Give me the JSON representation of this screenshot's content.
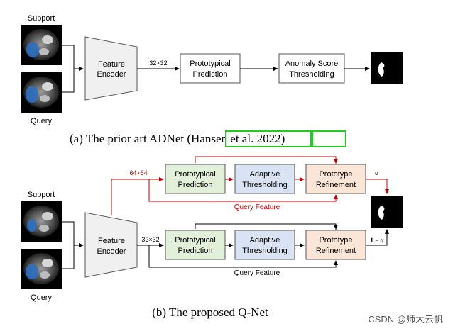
{
  "panel_a": {
    "support_label": "Support",
    "query_label": "Query",
    "encoder": [
      "Feature",
      "Encoder"
    ],
    "size_label": "32×32",
    "proto": [
      "Prototypical",
      "Prediction"
    ],
    "anomaly": [
      "Anomaly Score",
      "Thresholding"
    ],
    "caption_prefix": "(a) The prior art ADNet (",
    "caption_authors": "Hansen et al.",
    "caption_year": "2022",
    "caption_suffix": ")"
  },
  "panel_b": {
    "support_label": "Support",
    "query_label": "Query",
    "encoder": [
      "Feature",
      "Encoder"
    ],
    "top_size_label": "64×64",
    "bottom_size_label": "32×32",
    "proto": [
      "Prototypical",
      "Prediction"
    ],
    "adaptive": [
      "Adaptive",
      "Thresholding"
    ],
    "refine": [
      "Prototype",
      "Refinement"
    ],
    "query_feature": "Query Feature",
    "alpha": "α",
    "one_minus_alpha": "1 − α",
    "caption": "(b) The proposed Q-Net"
  },
  "watermark": "CSDN @师大云帆",
  "colors": {
    "red": "#c00000",
    "green_fill": "#e2f0d9",
    "blue_fill": "#dae3f3",
    "orange_fill": "#fbe5d6",
    "citation_box": "#22cc22"
  }
}
